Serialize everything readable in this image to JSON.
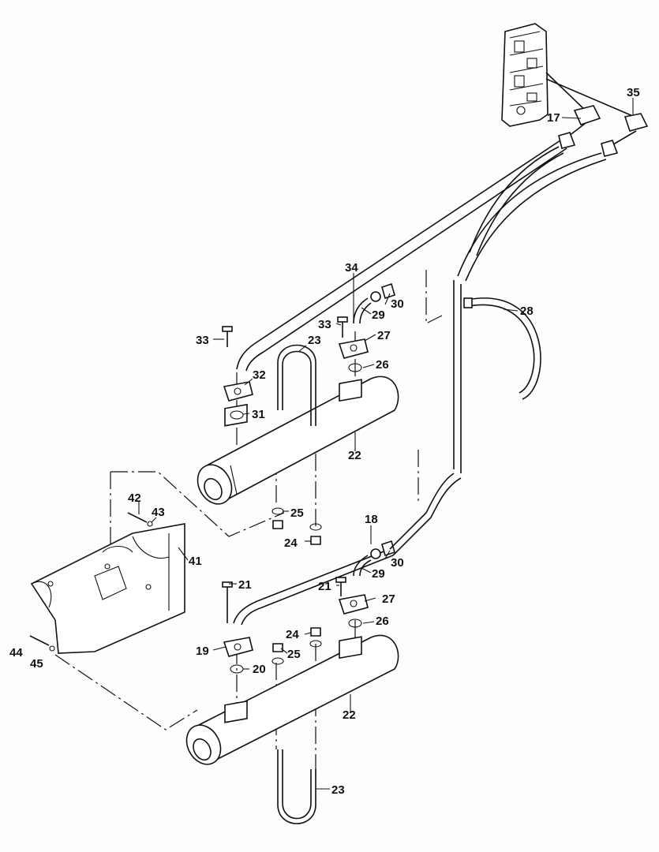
{
  "diagram": {
    "type": "exploded-parts-drawing",
    "callouts": [
      {
        "id": "c17",
        "text": "17"
      },
      {
        "id": "c35",
        "text": "35"
      },
      {
        "id": "c34",
        "text": "34"
      },
      {
        "id": "c30a",
        "text": "30"
      },
      {
        "id": "c29a",
        "text": "29"
      },
      {
        "id": "c33a",
        "text": "33"
      },
      {
        "id": "c33b",
        "text": "33"
      },
      {
        "id": "c23a",
        "text": "23"
      },
      {
        "id": "c27a",
        "text": "27"
      },
      {
        "id": "c28",
        "text": "28"
      },
      {
        "id": "c26a",
        "text": "26"
      },
      {
        "id": "c32",
        "text": "32"
      },
      {
        "id": "c31",
        "text": "31"
      },
      {
        "id": "c22a",
        "text": "22"
      },
      {
        "id": "c18",
        "text": "18"
      },
      {
        "id": "c25a",
        "text": "25"
      },
      {
        "id": "c24a",
        "text": "24"
      },
      {
        "id": "c42",
        "text": "42"
      },
      {
        "id": "c43",
        "text": "43"
      },
      {
        "id": "c41",
        "text": "41"
      },
      {
        "id": "c30b",
        "text": "30"
      },
      {
        "id": "c29b",
        "text": "29"
      },
      {
        "id": "c21a",
        "text": "21"
      },
      {
        "id": "c21b",
        "text": "21"
      },
      {
        "id": "c27b",
        "text": "27"
      },
      {
        "id": "c26b",
        "text": "26"
      },
      {
        "id": "c24b",
        "text": "24"
      },
      {
        "id": "c25b",
        "text": "25"
      },
      {
        "id": "c19",
        "text": "19"
      },
      {
        "id": "c20",
        "text": "20"
      },
      {
        "id": "c22b",
        "text": "22"
      },
      {
        "id": "c44",
        "text": "44"
      },
      {
        "id": "c45",
        "text": "45"
      },
      {
        "id": "c23b",
        "text": "23"
      }
    ]
  }
}
